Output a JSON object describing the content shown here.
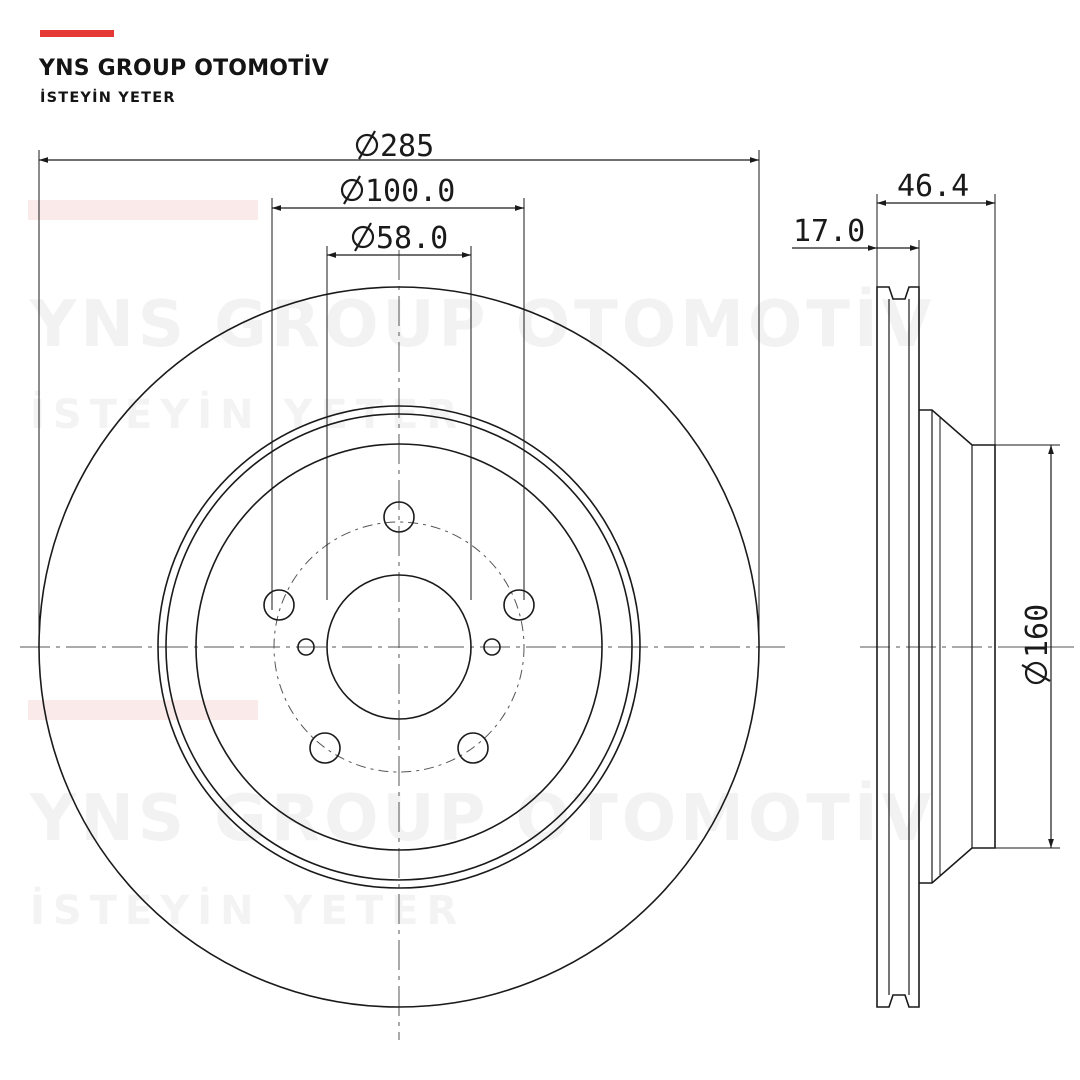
{
  "brand": {
    "name": "YNS GROUP OTOMOTİV",
    "tagline": "İSTEYİN YETER",
    "accent_color": "#e53935"
  },
  "watermark": {
    "name": "YNS GROUP OTOMOTİV",
    "tagline": "İSTEYİN YETER"
  },
  "dimensions": {
    "outer_diameter": "285",
    "bolt_circle": "100.0",
    "center_bore": "58.0",
    "total_height": "46.4",
    "thickness": "17.0",
    "hat_diameter": "160"
  },
  "colors": {
    "line": "#1a1a1a",
    "centerline": "#555555"
  }
}
